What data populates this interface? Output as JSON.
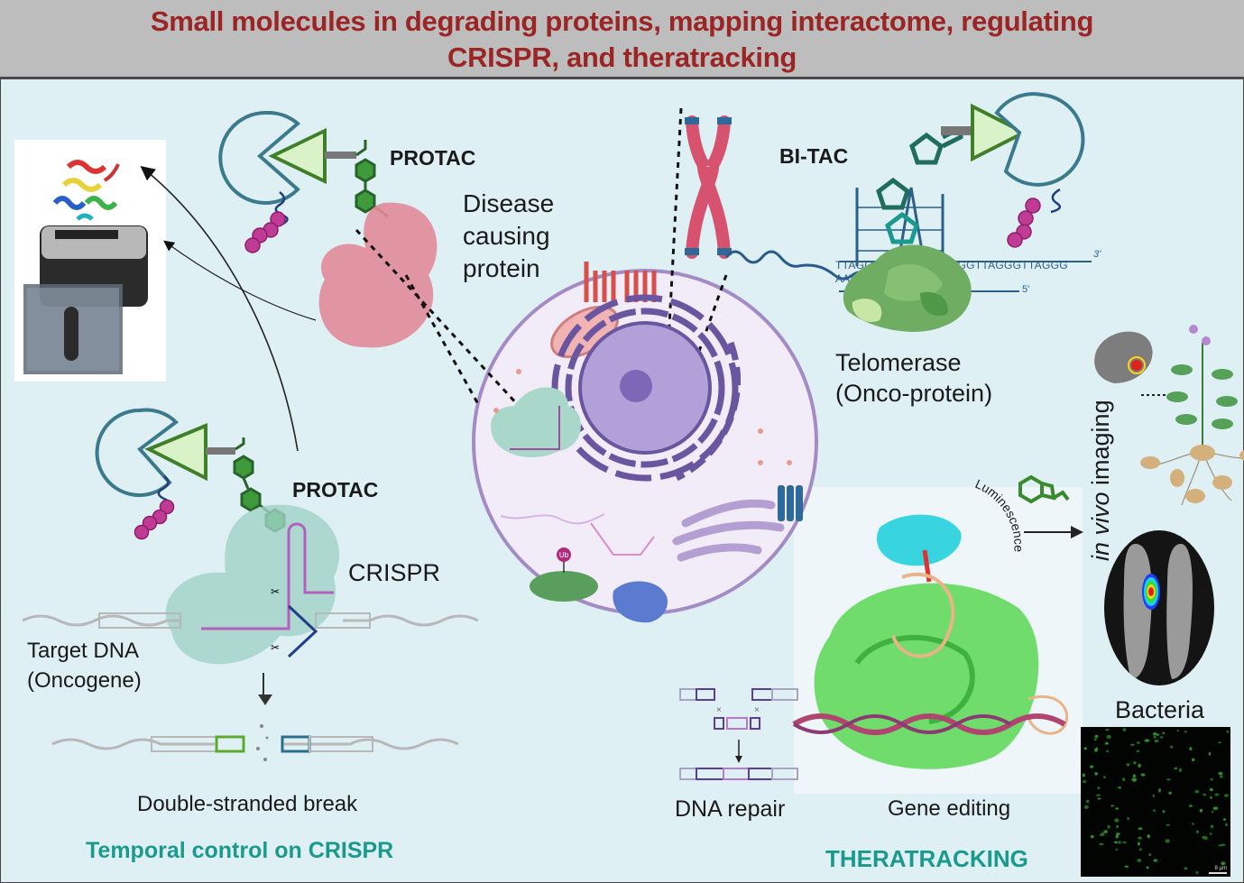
{
  "header": {
    "title_line1": "Small molecules in degrading proteins, mapping interactome,  regulating",
    "title_line2": "CRISPR, and theratracking"
  },
  "colors": {
    "title": "#9b2424",
    "section_heading": "#1a9a8e",
    "background": "#dff0f4",
    "header_bg": "#bdbdbd"
  },
  "protac_top": {
    "label": "PROTAC",
    "target_label_lines": [
      "Disease",
      "causing",
      "protein"
    ]
  },
  "bitac": {
    "label": "BI-TAC",
    "telomere_seq_top": "TTAGGGTTAGGGTTAGGGTTAGGGTTAGGG",
    "telomere_seq_bottom": "AATCCC",
    "strand_3": "3'",
    "strand_5": "5'",
    "target_label_line1": "Telomerase",
    "target_label_line2": "(Onco-protein)"
  },
  "ubiquitin": {
    "tag": "Ub"
  },
  "crispr_section": {
    "protac_label": "PROTAC",
    "crispr_label": "CRISPR",
    "target_line1": "Target DNA",
    "target_line2": "(Oncogene)",
    "break_label": "Double-stranded break",
    "heading": "Temporal control on CRISPR"
  },
  "theratracking": {
    "luminescence_label": "Luminescence",
    "in_vivo_prefix": "in vivo",
    "in_vivo_suffix": " imaging",
    "dna_repair_label": "DNA repair",
    "gene_editing_label": "Gene editing",
    "bacteria_label": "Bacteria",
    "scale_bar": "8 µm",
    "heading": "THERATRACKING"
  },
  "icons": [
    "e3-ligase-icon",
    "protac-molecule-icon",
    "ubiquitin-chain-icon",
    "shredder-photo",
    "chromosome-icon",
    "g-quadruplex-icon",
    "telomerase-icon",
    "cell-icon",
    "cas9-complex-icon",
    "potato-plant-icon",
    "fish-imaging-photo",
    "bacteria-microscopy-photo"
  ]
}
